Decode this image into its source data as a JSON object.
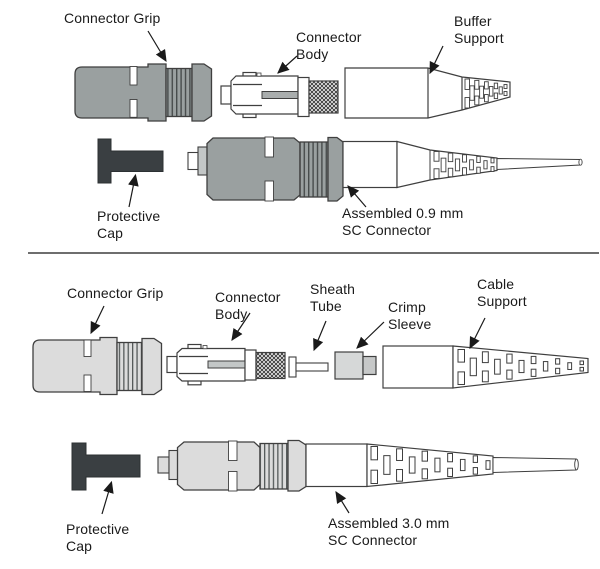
{
  "diagram": "SC connector assembly",
  "colors": {
    "top_part_gray": "#9aa0a0",
    "bottom_part_gray": "#dcdcdc",
    "protective_cap_dark": "#3a3f42",
    "outline": "#3f3f3f",
    "text": "#1a1a1a",
    "divider": "#6e6e6e"
  },
  "top_section": {
    "labels": {
      "connector_grip": "Connector Grip",
      "connector_body": [
        "Connector",
        "Body"
      ],
      "buffer_support": [
        "Buffer",
        "Support"
      ],
      "protective_cap": [
        "Protective",
        "Cap"
      ],
      "assembled": [
        "Assembled 0.9 mm",
        "SC Connector"
      ]
    }
  },
  "bottom_section": {
    "labels": {
      "connector_grip": "Connector Grip",
      "connector_body": [
        "Connector",
        "Body"
      ],
      "sheath_tube": [
        "Sheath",
        "Tube"
      ],
      "crimp_sleeve": [
        "Crimp",
        "Sleeve"
      ],
      "cable_support": [
        "Cable",
        "Support"
      ],
      "protective_cap": [
        "Protective",
        "Cap"
      ],
      "assembled": [
        "Assembled 3.0 mm",
        "SC Connector"
      ]
    }
  }
}
